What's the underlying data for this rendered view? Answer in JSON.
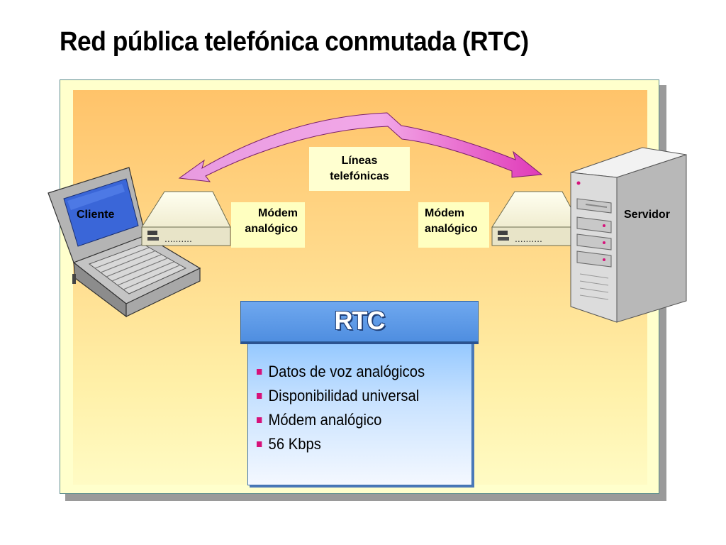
{
  "title": "Red pública telefónica conmutada (RTC)",
  "labels": {
    "lineas": [
      "Líneas",
      "telefónicas"
    ],
    "modem_left": [
      "Módem",
      "analógico"
    ],
    "modem_right": [
      "Módem",
      "analógico"
    ],
    "cliente": "Cliente",
    "servidor": "Servidor"
  },
  "info": {
    "heading": "RTC",
    "bullets": [
      "Datos de voz analógicos",
      "Disponibilidad universal",
      "Módem analógico",
      "56 Kbps"
    ]
  },
  "modem_dots": "..........",
  "colors": {
    "arrow": "#e55cc4",
    "bullet": "#d6127a",
    "panel_outer": "#ffffcc",
    "info_header": "#5b96e6"
  },
  "icons": {
    "client": "laptop-icon",
    "server": "server-tower-icon",
    "modem": "modem-icon",
    "link": "double-arrow-icon"
  }
}
